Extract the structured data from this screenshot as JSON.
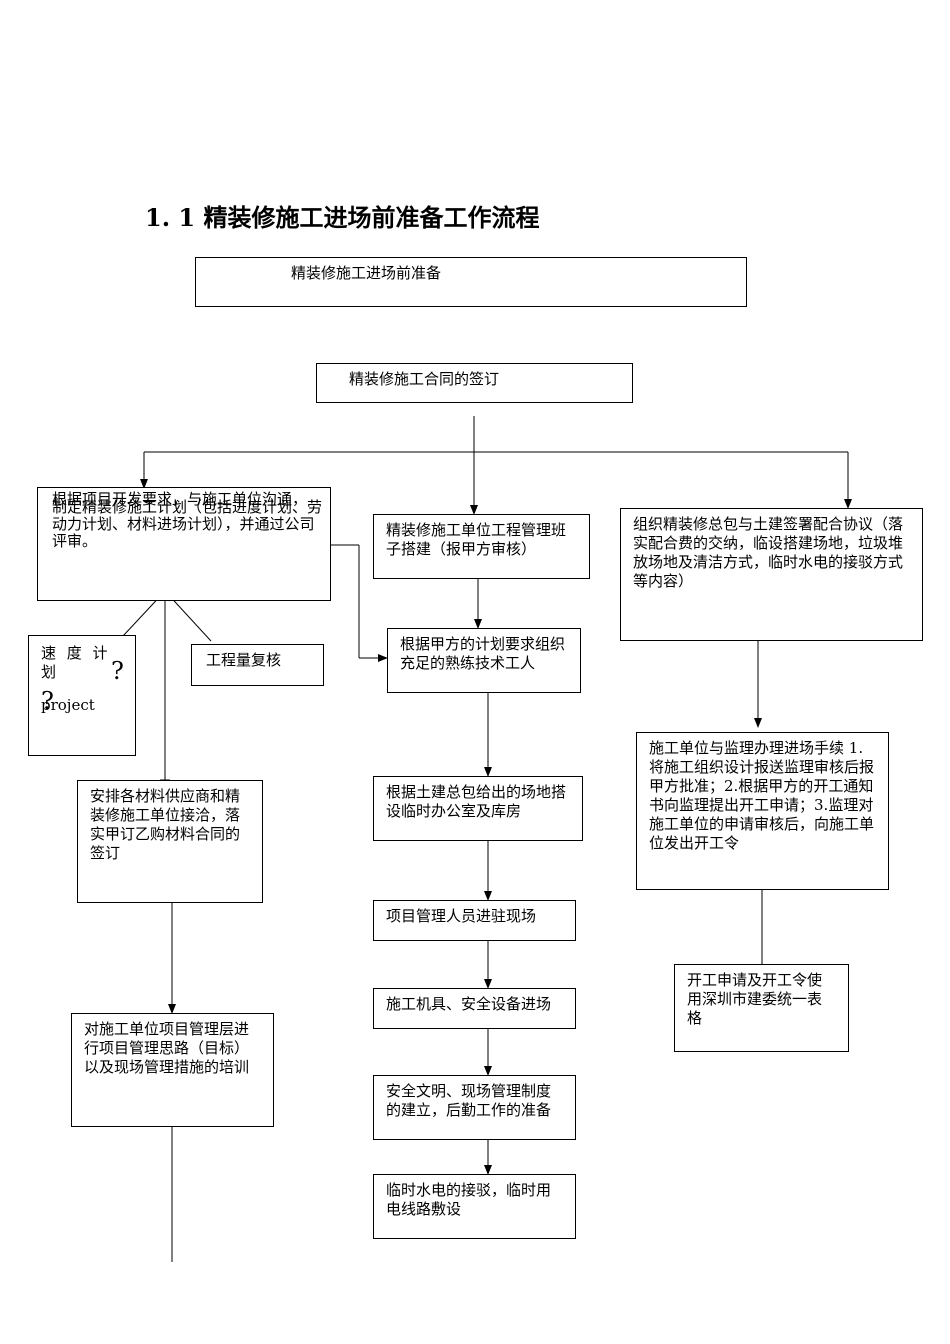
{
  "title": "1. 1 精装修施工进场前准备工作流程",
  "nodes": {
    "top": "精装修施工进场前准备",
    "contract": "精装修施工合同的签订",
    "left_plan_a": "根据项目开发要求，与施工单位沟通，",
    "left_plan_b": "制定精装修施工计划（包括进度计划、劳动力计划、材料进场计划），并通过公司评审。",
    "speed_plan": "速 度 计 划",
    "project": "project",
    "q1": "?",
    "q2": "?",
    "quantity": "工程量复核",
    "suppliers": "安排各材料供应商和精装修施工单位接洽，落实甲订乙购材料合同的签订",
    "training": "对施工单位项目管理层进行项目管理思路（目标）以及现场管理措施的培训",
    "team": "精装修施工单位工程管理班子搭建（报甲方审核）",
    "workers": "根据甲方的计划要求组织充足的熟练技术工人",
    "office": "根据土建总包给出的场地搭设临时办公室及库房",
    "staff": "项目管理人员进驻现场",
    "equipment": "施工机具、安全设备进场",
    "safety": "安全文明、现场管理制度的建立，后勤工作的准备",
    "utilities": "临时水电的接驳，临时用电线路敷设",
    "agreement": "组织精装修总包与土建签署配合协议（落实配合费的交纳，临设搭建场地，垃圾堆放场地及清洁方式，临时水电的接驳方式等内容）",
    "procedures": "施工单位与监理办理进场手续 1.将施工组织设计报送监理审核后报甲方批准；2.根据甲方的开工通知书向监理提出开工申请；3.监理对施工单位的申请审核后，向施工单位发出开工令",
    "start_form": "开工申请及开工令使用深圳市建委统一表格"
  }
}
